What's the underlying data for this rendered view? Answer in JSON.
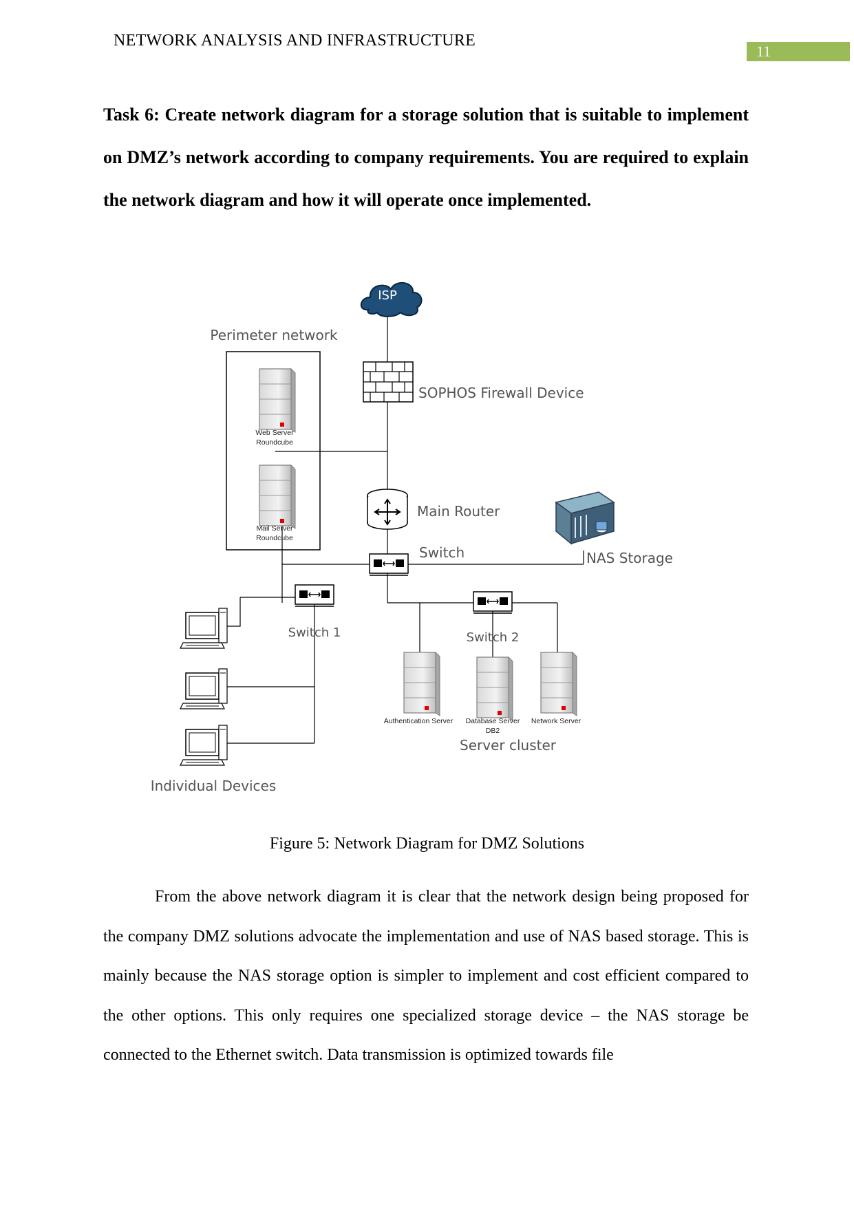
{
  "header": {
    "title": "NETWORK ANALYSIS AND INFRASTRUCTURE",
    "page_number": "11",
    "accent_color": "#9bbb59"
  },
  "task": {
    "text": "Task 6: Create network diagram for a storage solution that is suitable to implement on DMZ’s network according to company requirements. You are required to explain the network diagram and how it will operate once implemented."
  },
  "diagram": {
    "isp": "ISP",
    "perimeter": "Perimeter network",
    "firewall": "SOPHOS Firewall Device",
    "web_server_1": "Web Server",
    "web_server_2": "Roundcube",
    "mail_server_1": "Mail Server",
    "mail_server_2": "Roundcube",
    "main_router": "Main Router",
    "switch": "Switch",
    "nas": "NAS Storage",
    "switch1": "Switch 1",
    "switch2": "Switch 2",
    "auth_server": "Authentication Server",
    "db_server_1": "Database Server",
    "db_server_2": "DB2",
    "net_server": "Network Server",
    "server_cluster": "Server cluster",
    "individual_devices": "Individual Devices",
    "cloud_color": "#1f4e79",
    "server_indicator_color": "#e00000"
  },
  "caption": "Figure 5: Network Diagram for DMZ Solutions",
  "body": {
    "paragraph": "From the above network diagram it is clear that the network design being proposed for the company DMZ solutions advocate the implementation and use of NAS based storage. This is mainly because the NAS storage option is simpler to implement and cost efficient compared to the other options. This only requires one specialized storage device – the NAS storage be connected to the Ethernet switch. Data transmission is optimized towards file"
  }
}
